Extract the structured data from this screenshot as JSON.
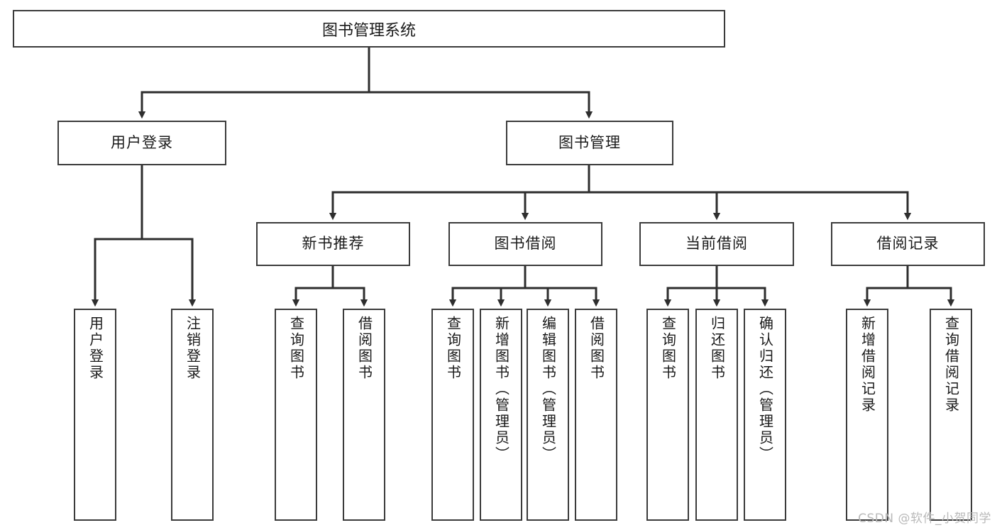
{
  "diagram": {
    "title": "图书管理系统",
    "type": "tree",
    "root": {
      "id": "root",
      "label": "图书管理系统"
    },
    "level2": [
      {
        "id": "user-login",
        "label": "用户登录"
      },
      {
        "id": "book-manage",
        "label": "图书管理"
      }
    ],
    "level3": [
      {
        "id": "new-book-rec",
        "label": "新书推荐",
        "parent": "book-manage"
      },
      {
        "id": "book-borrow",
        "label": "图书借阅",
        "parent": "book-manage"
      },
      {
        "id": "current-borrow",
        "label": "当前借阅",
        "parent": "book-manage"
      },
      {
        "id": "borrow-record",
        "label": "借阅记录",
        "parent": "book-manage"
      }
    ],
    "leaves": [
      {
        "id": "leaf-user-login",
        "label": "用户登录",
        "parent": "user-login"
      },
      {
        "id": "leaf-logout",
        "label": "注销登录",
        "parent": "user-login"
      },
      {
        "id": "leaf-query-book-1",
        "label": "查询图书",
        "parent": "new-book-rec"
      },
      {
        "id": "leaf-borrow-book-1",
        "label": "借阅图书",
        "parent": "new-book-rec"
      },
      {
        "id": "leaf-query-book-2",
        "label": "查询图书",
        "parent": "book-borrow"
      },
      {
        "id": "leaf-add-book",
        "label": "新增图书（管理员）",
        "parent": "book-borrow"
      },
      {
        "id": "leaf-edit-book",
        "label": "编辑图书（管理员）",
        "parent": "book-borrow"
      },
      {
        "id": "leaf-borrow-book-2",
        "label": "借阅图书",
        "parent": "book-borrow"
      },
      {
        "id": "leaf-query-book-3",
        "label": "查询图书",
        "parent": "current-borrow"
      },
      {
        "id": "leaf-return-book",
        "label": "归还图书",
        "parent": "current-borrow"
      },
      {
        "id": "leaf-confirm-return",
        "label": "确认归还（管理员）",
        "parent": "current-borrow"
      },
      {
        "id": "leaf-add-record",
        "label": "新增借阅记录",
        "parent": "borrow-record"
      },
      {
        "id": "leaf-query-record",
        "label": "查询借阅记录",
        "parent": "borrow-record"
      }
    ]
  },
  "watermark": {
    "text": "CSDN @软件_小贺同学"
  },
  "colors": {
    "box_border": "#3b3b3b",
    "box_fill": "#ffffff",
    "connector": "#2e2e2e",
    "text": "#1a1a1a",
    "watermark": "#b9b9b9",
    "background": "#ffffff"
  }
}
